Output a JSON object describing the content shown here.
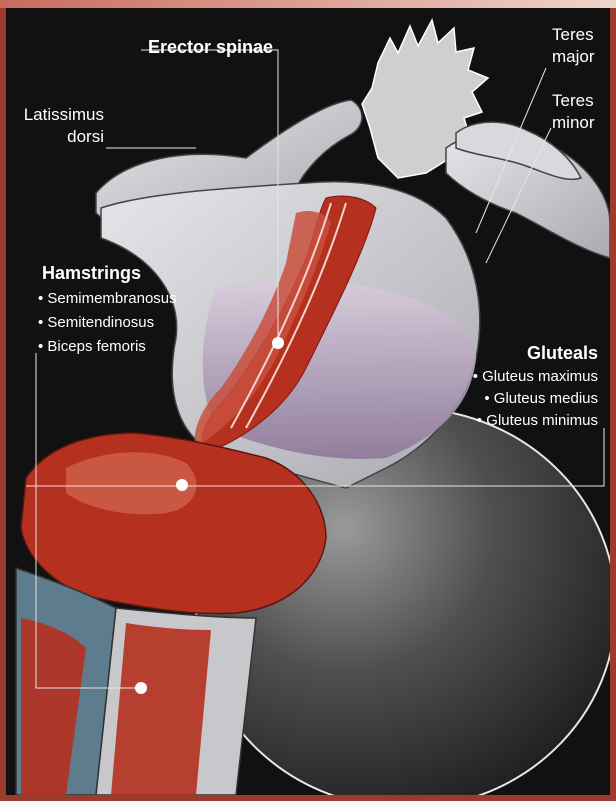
{
  "labels": {
    "erector_spinae": "Erector spinae",
    "latissimus": [
      "Latissimus",
      "dorsi"
    ],
    "teres_major": [
      "Teres",
      "major"
    ],
    "teres_minor": [
      "Teres",
      "minor"
    ],
    "hamstrings": {
      "title": "Hamstrings",
      "items": [
        "• Semimembranosus",
        "• Semitendinosus",
        "• Biceps femoris"
      ]
    },
    "gluteals": {
      "title": "Gluteals",
      "items": [
        "• Gluteus maximus",
        "• Gluteus medius",
        "• Gluteus minimus"
      ]
    }
  },
  "colors": {
    "background": "#111111",
    "muscle_red": "#b5301f",
    "skin_grey": "#cfcfd3",
    "ball_grey": "#4a4a4a",
    "back_purple": "#b39ab8",
    "leg_blue": "#5d7c8e"
  }
}
